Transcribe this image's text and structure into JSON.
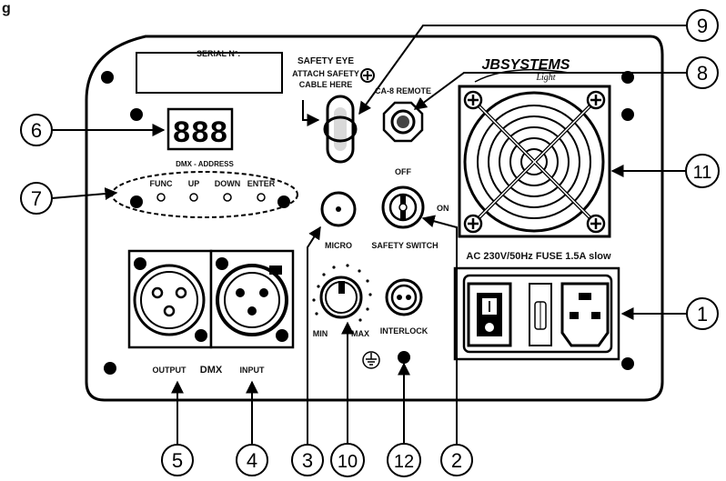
{
  "header": {
    "title": "g"
  },
  "panel": {
    "serial_label": "SERIAL N°.",
    "safety_eye_title": "SAFETY EYE",
    "safety_eye_line1": "ATTACH SAFETY",
    "safety_eye_line2": "CABLE HERE",
    "remote_label": "CA-8 REMOTE",
    "brand_name": "JBSYSTEMS",
    "brand_sub": "Light",
    "display_digits": "888",
    "dmx_address_label": "DMX - ADDRESS",
    "buttons": [
      "FUNC",
      "UP",
      "DOWN",
      "ENTER"
    ],
    "micro_label": "MICRO",
    "switch_off_label": "OFF",
    "switch_on_label": "ON",
    "safety_switch_label": "SAFETY SWITCH",
    "power_spec": "AC 230V/50Hz  FUSE  1.5A slow",
    "knob_min": "MIN",
    "knob_max": "MAX",
    "interlock_label": "INTERLOCK",
    "output_label": "OUTPUT",
    "dmx_label": "DMX",
    "input_label": "INPUT"
  },
  "callouts": {
    "c1": "1",
    "c2": "2",
    "c3": "3",
    "c4": "4",
    "c5": "5",
    "c6": "6",
    "c7": "7",
    "c8": "8",
    "c9": "9",
    "c10": "10",
    "c11": "11",
    "c12": "12"
  }
}
